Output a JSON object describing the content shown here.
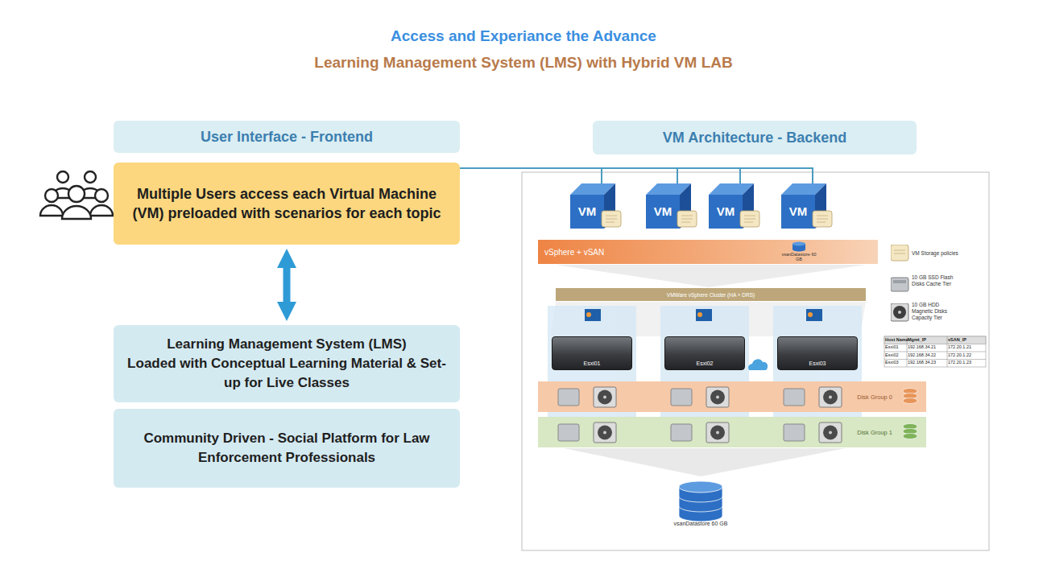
{
  "diagram": {
    "title": "Access and Experiance the Advance",
    "nodes": [
      {
        "text": [
          "User Interface - Frontend"
        ]
      },
      {
        "text": [
          "Multiple Users access each Virtual Machine (VM) preloaded with scenarios for each topic"
        ]
      },
      {
        "text": [
          "Learning Management System (LMS)",
          "Loaded with Conceptual Learning Material & Set-up for Live Classes"
        ]
      },
      {
        "text": [
          "Community Driven - Social Platform for Law Enforcement Professionals"
        ]
      },
      {
        "text": [
          "VM Architecture - Backend"
        ]
      },
      {
        "text": [
          "VM"
        ]
      },
      {
        "text": [
          "VM"
        ]
      },
      {
        "text": [
          "VM"
        ]
      },
      {
        "text": [
          "VM"
        ]
      },
      {
        "text": [
          "vSphere + vSAN"
        ]
      },
      {
        "text": [
          "VMWare vSphere Cluster (HA + DRS)"
        ]
      },
      {
        "text": [
          "Esxi01"
        ]
      },
      {
        "text": [
          "Esxi02"
        ]
      },
      {
        "text": [
          "Esxi03"
        ]
      },
      {
        "text": [
          "Disk Group 0"
        ]
      },
      {
        "text": [
          "Disk Group 1"
        ]
      },
      {
        "text": [
          "vsanDatastore 60 GB"
        ]
      }
    ],
    "edges": [
      {
        "from": 1,
        "to": 2,
        "arrow": "both"
      },
      {
        "from": 1,
        "to": 5,
        "arrow": "none"
      },
      {
        "from": 1,
        "to": 6,
        "arrow": "none"
      },
      {
        "from": 1,
        "to": 7,
        "arrow": "none"
      },
      {
        "from": 1,
        "to": 8,
        "arrow": "none"
      }
    ],
    "labels": [
      "Learning Management System (LMS) with Hybrid VM LAB",
      "vsanDatastore 60 GB",
      "Host Name",
      "Mgmt_IP",
      "vSAN_IP",
      "Esxi01",
      "192.168.34.21",
      "172.20.1.21",
      "Esxi02",
      "192.168.34.22",
      "172.20.1.22",
      "Esxi03",
      "192.168.34.23",
      "172.20.1.23"
    ],
    "legend": [
      {
        "text": "VM Storage policies"
      },
      {
        "text": "10 GB SSD Flash Disks Cache Tier"
      },
      {
        "text": "10 GB HDD Magnetic Disks Capacity Tier"
      }
    ]
  }
}
